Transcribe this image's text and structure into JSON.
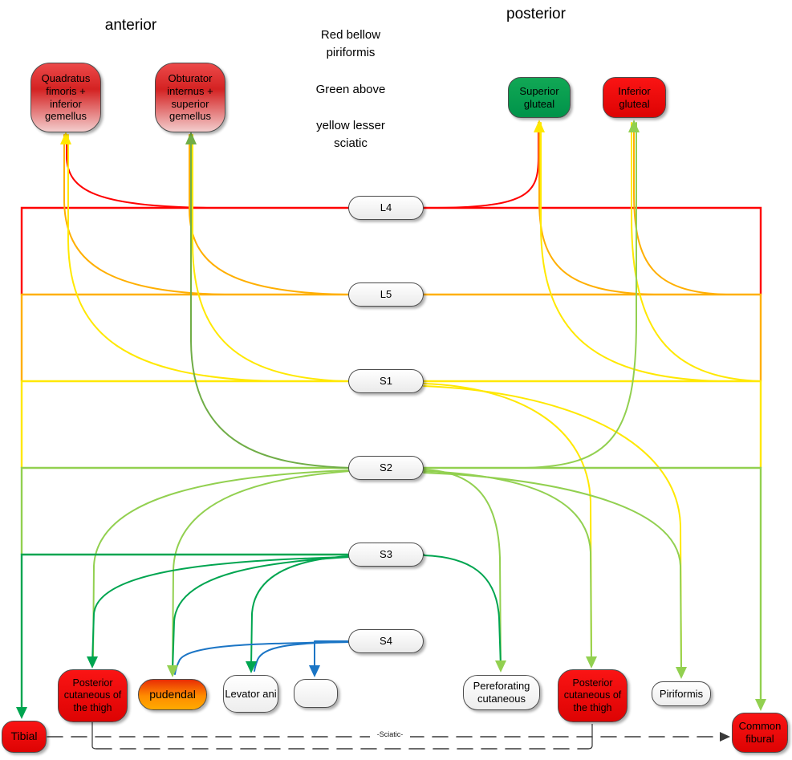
{
  "headings": {
    "anterior": "anterior",
    "posterior": "posterior"
  },
  "legend": {
    "line1": "Red bellow piriformis",
    "line2": "Green above",
    "line3": "yellow  lesser sciatic"
  },
  "roots": [
    {
      "label": "L4"
    },
    {
      "label": "L5"
    },
    {
      "label": "S1"
    },
    {
      "label": "S2"
    },
    {
      "label": "S3"
    },
    {
      "label": "S4"
    }
  ],
  "nerves": {
    "quadratus": {
      "label": "Quadratus fimoris + inferior gemellus",
      "fill": "red-gradient"
    },
    "obturator": {
      "label": "Obturator internus + superior gemellus",
      "fill": "red-gradient"
    },
    "superior_gluteal": {
      "label": "Superior gluteal",
      "fill": "green"
    },
    "inferior_gluteal": {
      "label": "Inferior gluteal",
      "fill": "red"
    },
    "posterior_cutaneous_left": {
      "label": "Posterior cutaneous of the thigh",
      "fill": "red"
    },
    "pudendal": {
      "label": "pudendal",
      "fill": "red-orange-gradient"
    },
    "levator_ani": {
      "label": "Levator ani",
      "fill": "white"
    },
    "unnamed": {
      "label": "",
      "fill": "white"
    },
    "pereforating": {
      "label": "Pereforating cutaneous",
      "fill": "white"
    },
    "posterior_cutaneous_right": {
      "label": "Posterior cutaneous of the thigh",
      "fill": "red"
    },
    "piriformis": {
      "label": "Piriformis",
      "fill": "white"
    },
    "tibial": {
      "label": "Tibial",
      "fill": "red"
    },
    "common_fibural": {
      "label": "Common fibural",
      "fill": "red"
    }
  },
  "sciatic": {
    "label": "-Sciatic-"
  },
  "colors": {
    "red": "#ff0000",
    "orange": "#ffaf00",
    "yellow": "#ffe800",
    "light_green": "#92d050",
    "medium_green": "#70ad47",
    "dark_green": "#00a550",
    "blue": "#1b75c5",
    "dashed_line": "#3a3a3a",
    "red_box": "#dd0303",
    "green_box": "#00934a",
    "orange_box": "#ff8c00"
  },
  "connections": [
    {
      "from": "L4",
      "to": "quadratus",
      "color": "red"
    },
    {
      "from": "L4",
      "to": "superior_gluteal",
      "color": "red"
    },
    {
      "from": "L5",
      "to": "quadratus",
      "color": "orange"
    },
    {
      "from": "L5",
      "to": "obturator",
      "color": "orange"
    },
    {
      "from": "L5",
      "to": "superior_gluteal",
      "color": "orange"
    },
    {
      "from": "L5",
      "to": "inferior_gluteal",
      "color": "orange"
    },
    {
      "from": "S1",
      "to": "quadratus",
      "color": "yellow"
    },
    {
      "from": "S1",
      "to": "obturator",
      "color": "yellow"
    },
    {
      "from": "S1",
      "to": "superior_gluteal",
      "color": "yellow"
    },
    {
      "from": "S1",
      "to": "inferior_gluteal",
      "color": "yellow"
    },
    {
      "from": "S1",
      "to": "posterior_cutaneous_right",
      "color": "yellow"
    },
    {
      "from": "S1",
      "to": "piriformis",
      "color": "yellow"
    },
    {
      "from": "S2",
      "to": "obturator",
      "color": "medium_green"
    },
    {
      "from": "S2",
      "to": "inferior_gluteal",
      "color": "light_green"
    },
    {
      "from": "S2",
      "to": "posterior_cutaneous_left",
      "color": "light_green"
    },
    {
      "from": "S2",
      "to": "pudendal",
      "color": "light_green"
    },
    {
      "from": "S2",
      "to": "pereforating",
      "color": "light_green"
    },
    {
      "from": "S2",
      "to": "posterior_cutaneous_right",
      "color": "light_green"
    },
    {
      "from": "S2",
      "to": "piriformis",
      "color": "light_green"
    },
    {
      "from": "S2",
      "to": "common_fibural",
      "color": "light_green"
    },
    {
      "from": "S3",
      "to": "tibial",
      "color": "dark_green"
    },
    {
      "from": "S3",
      "to": "posterior_cutaneous_left",
      "color": "dark_green"
    },
    {
      "from": "S3",
      "to": "pudendal",
      "color": "dark_green"
    },
    {
      "from": "S3",
      "to": "levator_ani",
      "color": "dark_green"
    },
    {
      "from": "S3",
      "to": "pereforating",
      "color": "dark_green"
    },
    {
      "from": "S4",
      "to": "pudendal",
      "color": "blue"
    },
    {
      "from": "S4",
      "to": "levator_ani",
      "color": "blue"
    },
    {
      "from": "S4",
      "to": "unnamed",
      "color": "blue"
    },
    {
      "from": "tibial",
      "to": "common_fibural",
      "color": "dashed_sciatic"
    }
  ]
}
